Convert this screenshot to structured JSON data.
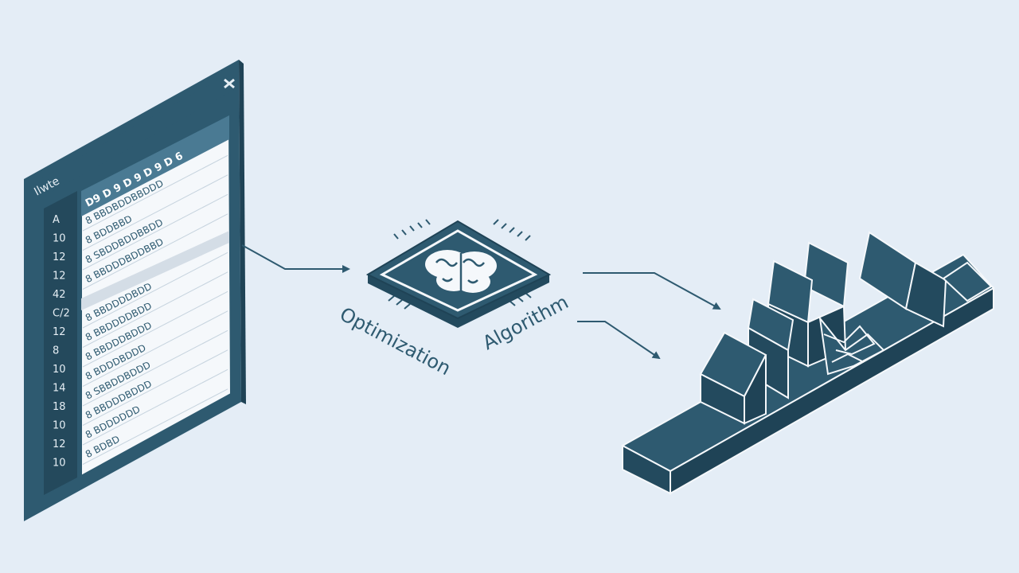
{
  "colors": {
    "background": "#e4edf6",
    "primary": "#2e5a70",
    "primary_dark": "#234a5e",
    "panel_light": "#f5f8fb",
    "line": "#2e5a70"
  },
  "window": {
    "title": "Ilwte",
    "close_icon": "close-x-icon",
    "row_numbers": [
      "A",
      "10",
      "12",
      "12",
      "42",
      "C/2",
      "12",
      "8",
      "10",
      "14",
      "18",
      "10",
      "12",
      "10"
    ],
    "header": "D9 D 9 D 9 D 9 D 6",
    "rows": [
      "8 BBDBDDBBDDD",
      "8 BDDBBD",
      "8 SBDDBDDBBDD",
      "8 BBDDDBDDBBD",
      "8 BBDDDDBDD",
      "8 BBDDDDBDD",
      "8 BBDDDBDDD",
      "8 BDDDBDDD",
      "8 SBBDDBDDD",
      "8 BBDDDBDDD",
      "8 BDDDDDD",
      "8 BDBD"
    ]
  },
  "processor": {
    "icon": "brain-chip-icon",
    "label_left": "Optimization",
    "label_right": "Algorithm"
  },
  "result": {
    "icon": "isometric-bar-chart-icon"
  }
}
